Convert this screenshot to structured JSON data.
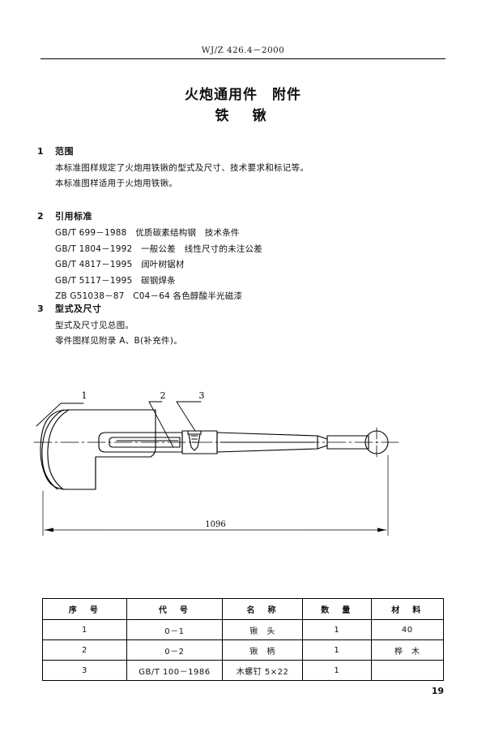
{
  "header": {
    "standard_number": "WJ/Z 426.4－2000"
  },
  "title": {
    "main": "火炮通用件　附件",
    "sub": "铁　锹"
  },
  "sections": [
    {
      "number": "1",
      "heading": "范围",
      "lines": [
        "本标准图样规定了火炮用铁锹的型式及尺寸、技术要求和标记等。",
        "本标准图样适用于火炮用铁锹。"
      ]
    },
    {
      "number": "2",
      "heading": "引用标准",
      "lines": [
        "GB/T 699－1988　优质碳素结构钢　技术条件",
        "GB/T 1804－1992　一般公差　线性尺寸的未注公差",
        "GB/T 4817－1995　阔叶树锯材",
        "GB/T 5117－1995　碳钢焊条",
        "ZB G51038－87　C04－64 各色醇酸半光磁漆"
      ]
    },
    {
      "number": "3",
      "heading": "型式及尺寸",
      "lines": [
        "型式及尺寸见总图。",
        "零件图样见附录 A、B(补充件)。"
      ]
    }
  ],
  "drawing": {
    "callouts": [
      "1",
      "2",
      "3"
    ],
    "dimension_label": "1096"
  },
  "parts_table": {
    "headers": [
      "序　号",
      "代　号",
      "名　称",
      "数　量",
      "材　料"
    ],
    "rows": [
      {
        "no": "1",
        "code": "0－1",
        "name": "锹　头",
        "qty": "1",
        "material": "40"
      },
      {
        "no": "2",
        "code": "0－2",
        "name": "锹　柄",
        "qty": "1",
        "material": "桦　木"
      },
      {
        "no": "3",
        "code": "GB/T 100－1986",
        "name": "木螺钉 5×22",
        "qty": "1",
        "material": ""
      }
    ]
  },
  "footer": {
    "page_number": "19"
  }
}
